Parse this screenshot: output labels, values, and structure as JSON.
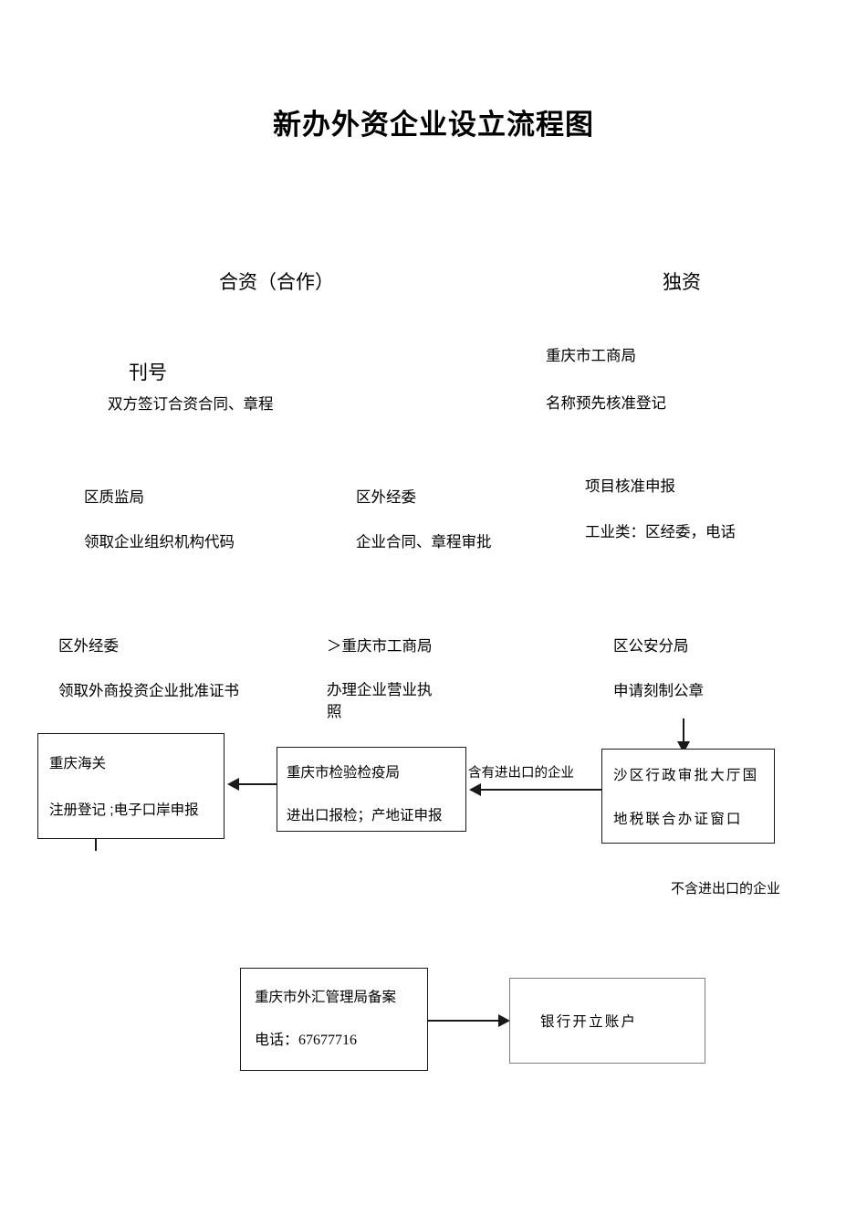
{
  "document": {
    "title": "新办外资企业设立流程图"
  },
  "branches": {
    "joint_venture": "合资（合作）",
    "wholly_owned": "独资"
  },
  "steps": {
    "issue_number": "刊号",
    "sign_contract": "双方签订合资合同、章程",
    "cq_industry_commerce": "重庆市工商局",
    "name_preapproval": "名称预先核准登记",
    "district_quality_bureau": "区质监局",
    "get_org_code": "领取企业组织机构代码",
    "district_foreign_econ_1": "区外经委",
    "contract_approval": "企业合同、章程审批",
    "project_approval_filing": "项目核准申报",
    "industrial_category": "工业类：区经委，电话",
    "district_foreign_econ_2": "区外经委",
    "get_approval_certificate": "领取外商投资企业批准证书",
    "industry_commerce_marker": "＞重庆市工商局",
    "business_license": "办理企业营业执照",
    "district_public_security": "区公安分局",
    "apply_seal": "申请刻制公章"
  },
  "boxes": {
    "customs": {
      "line1": "重庆海关",
      "line2": "注册登记 ;电子口岸申报"
    },
    "inspection": {
      "line1": "重庆市检验检疫局",
      "line2": "进出口报检；产地证申报"
    },
    "admin_hall": {
      "line1": "沙区行政审批大厅国",
      "line2": "地税联合办证窗口"
    },
    "forex": {
      "line1": "重庆市外汇管理局备案",
      "line2": "电话：67677716"
    },
    "bank": {
      "line1": "银行开立账户"
    }
  },
  "edge_labels": {
    "with_import_export": "含有进出口的企业",
    "without_import_export": "不含进出口的企业"
  },
  "colors": {
    "ink": "#1a1a1a",
    "grey_border": "#7d7d7d",
    "page_background": "#ffffff"
  }
}
